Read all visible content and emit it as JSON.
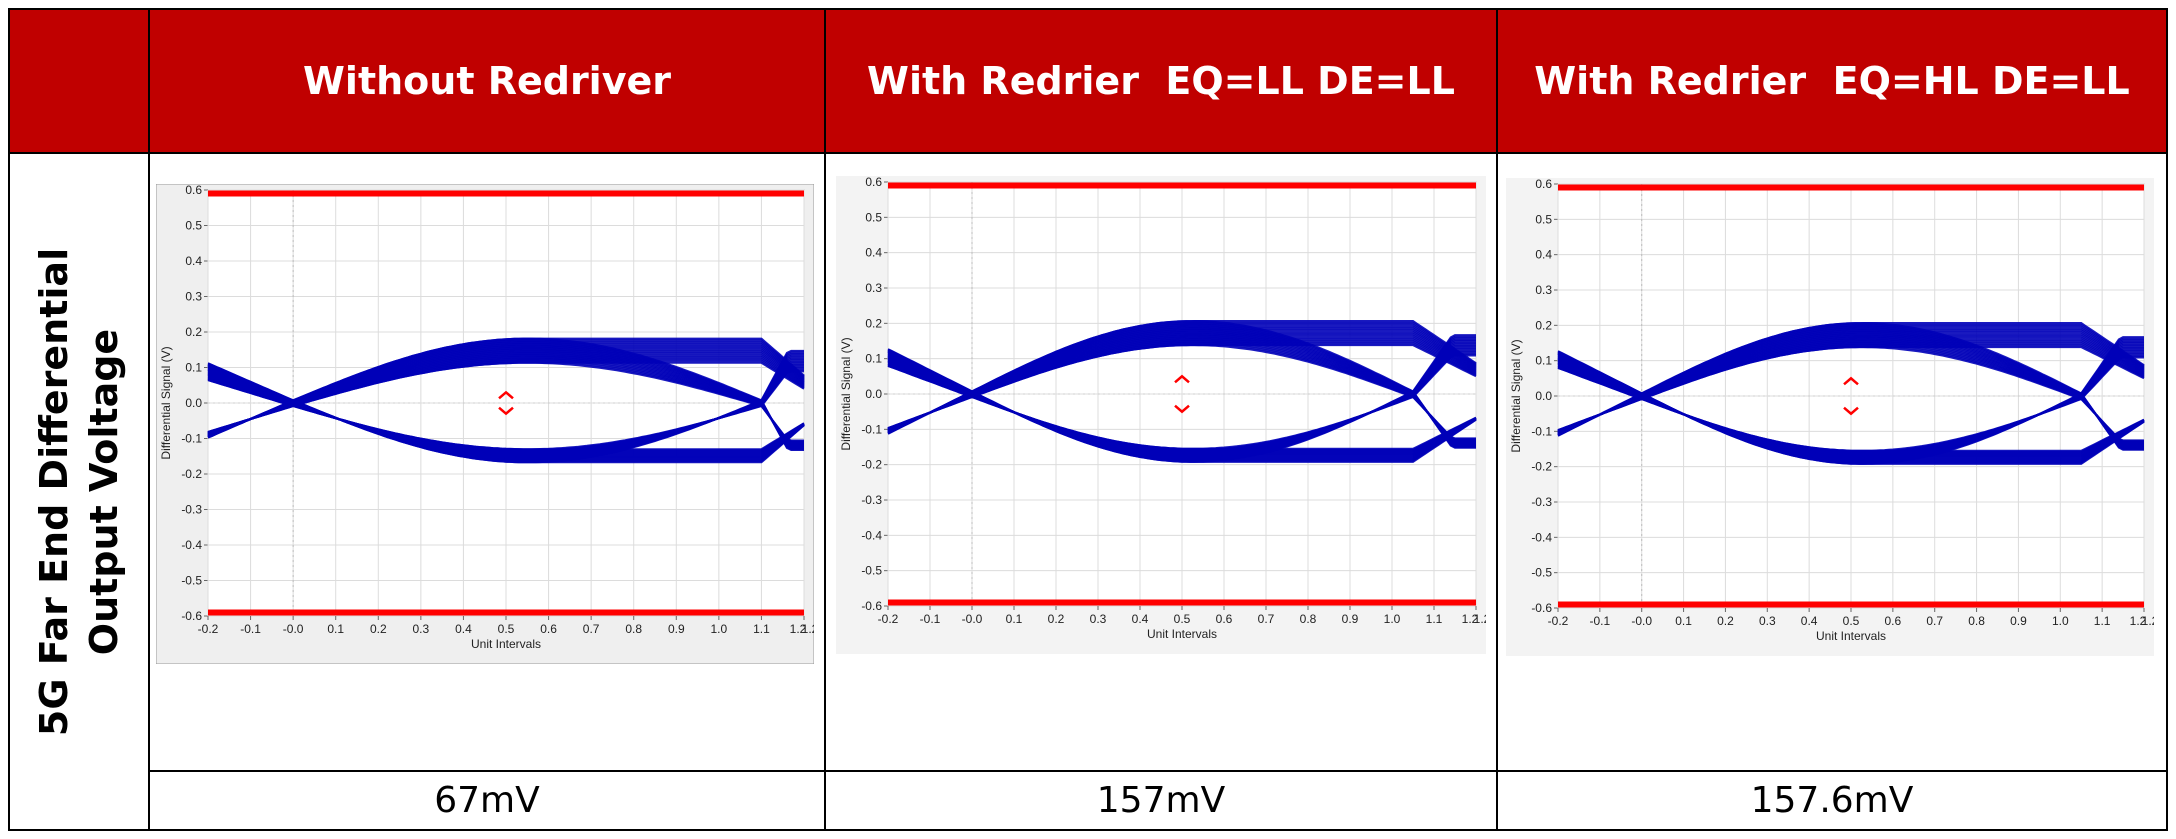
{
  "table": {
    "headers": [
      "Without Redriver",
      "With Redrier  EQ=LL DE=LL",
      "With Redrier  EQ=HL DE=LL"
    ],
    "row_label_line1": "5G Far End Differential",
    "row_label_line2": "Output Voltage",
    "values": [
      "67mV",
      "157mV",
      "157.6mV"
    ]
  },
  "colors": {
    "header_bg": "#c00000",
    "trace": "#0000b8",
    "limit_line": "#ff0000",
    "marker": "#ff0000"
  },
  "chart_data": [
    {
      "type": "line",
      "xlabel": "Unit Intervals",
      "ylabel": "Differential Signal (V)",
      "xlim": [
        -0.2,
        1.2
      ],
      "ylim": [
        -0.6,
        0.6
      ],
      "x_ticks": [
        "-0.2",
        "-0.1",
        "-0.0",
        "0.1",
        "0.2",
        "0.3",
        "0.4",
        "0.5",
        "0.6",
        "0.7",
        "0.8",
        "0.9",
        "1.0",
        "1.1",
        "1.2",
        "1.2"
      ],
      "y_ticks": [
        "0.6",
        "0.5",
        "0.4",
        "0.3",
        "0.2",
        "0.1",
        "0.0",
        "-0.1",
        "-0.2",
        "-0.3",
        "-0.4",
        "-0.5",
        "-0.6"
      ],
      "limit_lines": [
        0.59,
        -0.59
      ],
      "eye_crossing_x": [
        0.0,
        1.1
      ],
      "eye_level": 0.15,
      "marker_x": 0.5,
      "marker_halfheight": 0.03,
      "eye_opening": "67mV"
    },
    {
      "type": "line",
      "xlabel": "Unit Intervals",
      "ylabel": "Differential Signal (V)",
      "xlim": [
        -0.2,
        1.2
      ],
      "ylim": [
        -0.6,
        0.6
      ],
      "x_ticks": [
        "-0.2",
        "-0.1",
        "-0.0",
        "0.1",
        "0.2",
        "0.3",
        "0.4",
        "0.5",
        "0.6",
        "0.7",
        "0.8",
        "0.9",
        "1.0",
        "1.1",
        "1.2",
        "1.2"
      ],
      "y_ticks": [
        "0.6",
        "0.5",
        "0.4",
        "0.3",
        "0.2",
        "0.1",
        "0.0",
        "-0.1",
        "-0.2",
        "-0.3",
        "-0.4",
        "-0.5",
        "-0.6"
      ],
      "limit_lines": [
        0.59,
        -0.59
      ],
      "eye_crossing_x": [
        0.0,
        1.05
      ],
      "eye_level": 0.175,
      "marker_x": 0.5,
      "marker_halfheight": 0.05,
      "eye_opening": "157mV"
    },
    {
      "type": "line",
      "xlabel": "Unit Intervals",
      "ylabel": "Differential Signal (V)",
      "xlim": [
        -0.2,
        1.2
      ],
      "ylim": [
        -0.6,
        0.6
      ],
      "x_ticks": [
        "-0.2",
        "-0.1",
        "-0.0",
        "0.1",
        "0.2",
        "0.3",
        "0.4",
        "0.5",
        "0.6",
        "0.7",
        "0.8",
        "0.9",
        "1.0",
        "1.1",
        "1.2",
        "1.2"
      ],
      "y_ticks": [
        "0.6",
        "0.5",
        "0.4",
        "0.3",
        "0.2",
        "0.1",
        "0.0",
        "-0.1",
        "-0.2",
        "-0.3",
        "-0.4",
        "-0.5",
        "-0.6"
      ],
      "limit_lines": [
        0.59,
        -0.59
      ],
      "eye_crossing_x": [
        0.0,
        1.05
      ],
      "eye_level": 0.175,
      "marker_x": 0.5,
      "marker_halfheight": 0.05,
      "eye_opening": "157.6mV"
    }
  ]
}
